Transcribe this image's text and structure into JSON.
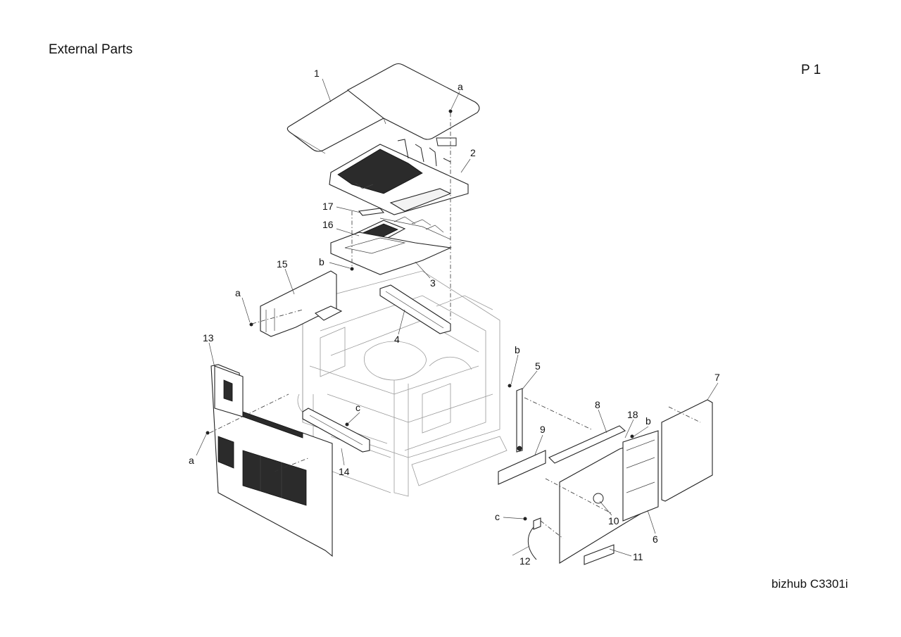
{
  "header": {
    "title": "External Parts",
    "page": "P 1"
  },
  "footer": {
    "model": "bizhub C3301i"
  },
  "callouts": {
    "c1": "1",
    "c2": "2",
    "c3": "3",
    "c4": "4",
    "c5": "5",
    "c6": "6",
    "c7": "7",
    "c8": "8",
    "c9": "9",
    "c10": "10",
    "c11": "11",
    "c12": "12",
    "c13": "13",
    "c14": "14",
    "c15": "15",
    "c16": "16",
    "c17": "17",
    "c18": "18",
    "a_top": "a",
    "a_left15": "a",
    "a_left13": "a",
    "b_center": "b",
    "b_right5": "b",
    "b_right18": "b",
    "c_14": "c",
    "c_12": "c"
  }
}
